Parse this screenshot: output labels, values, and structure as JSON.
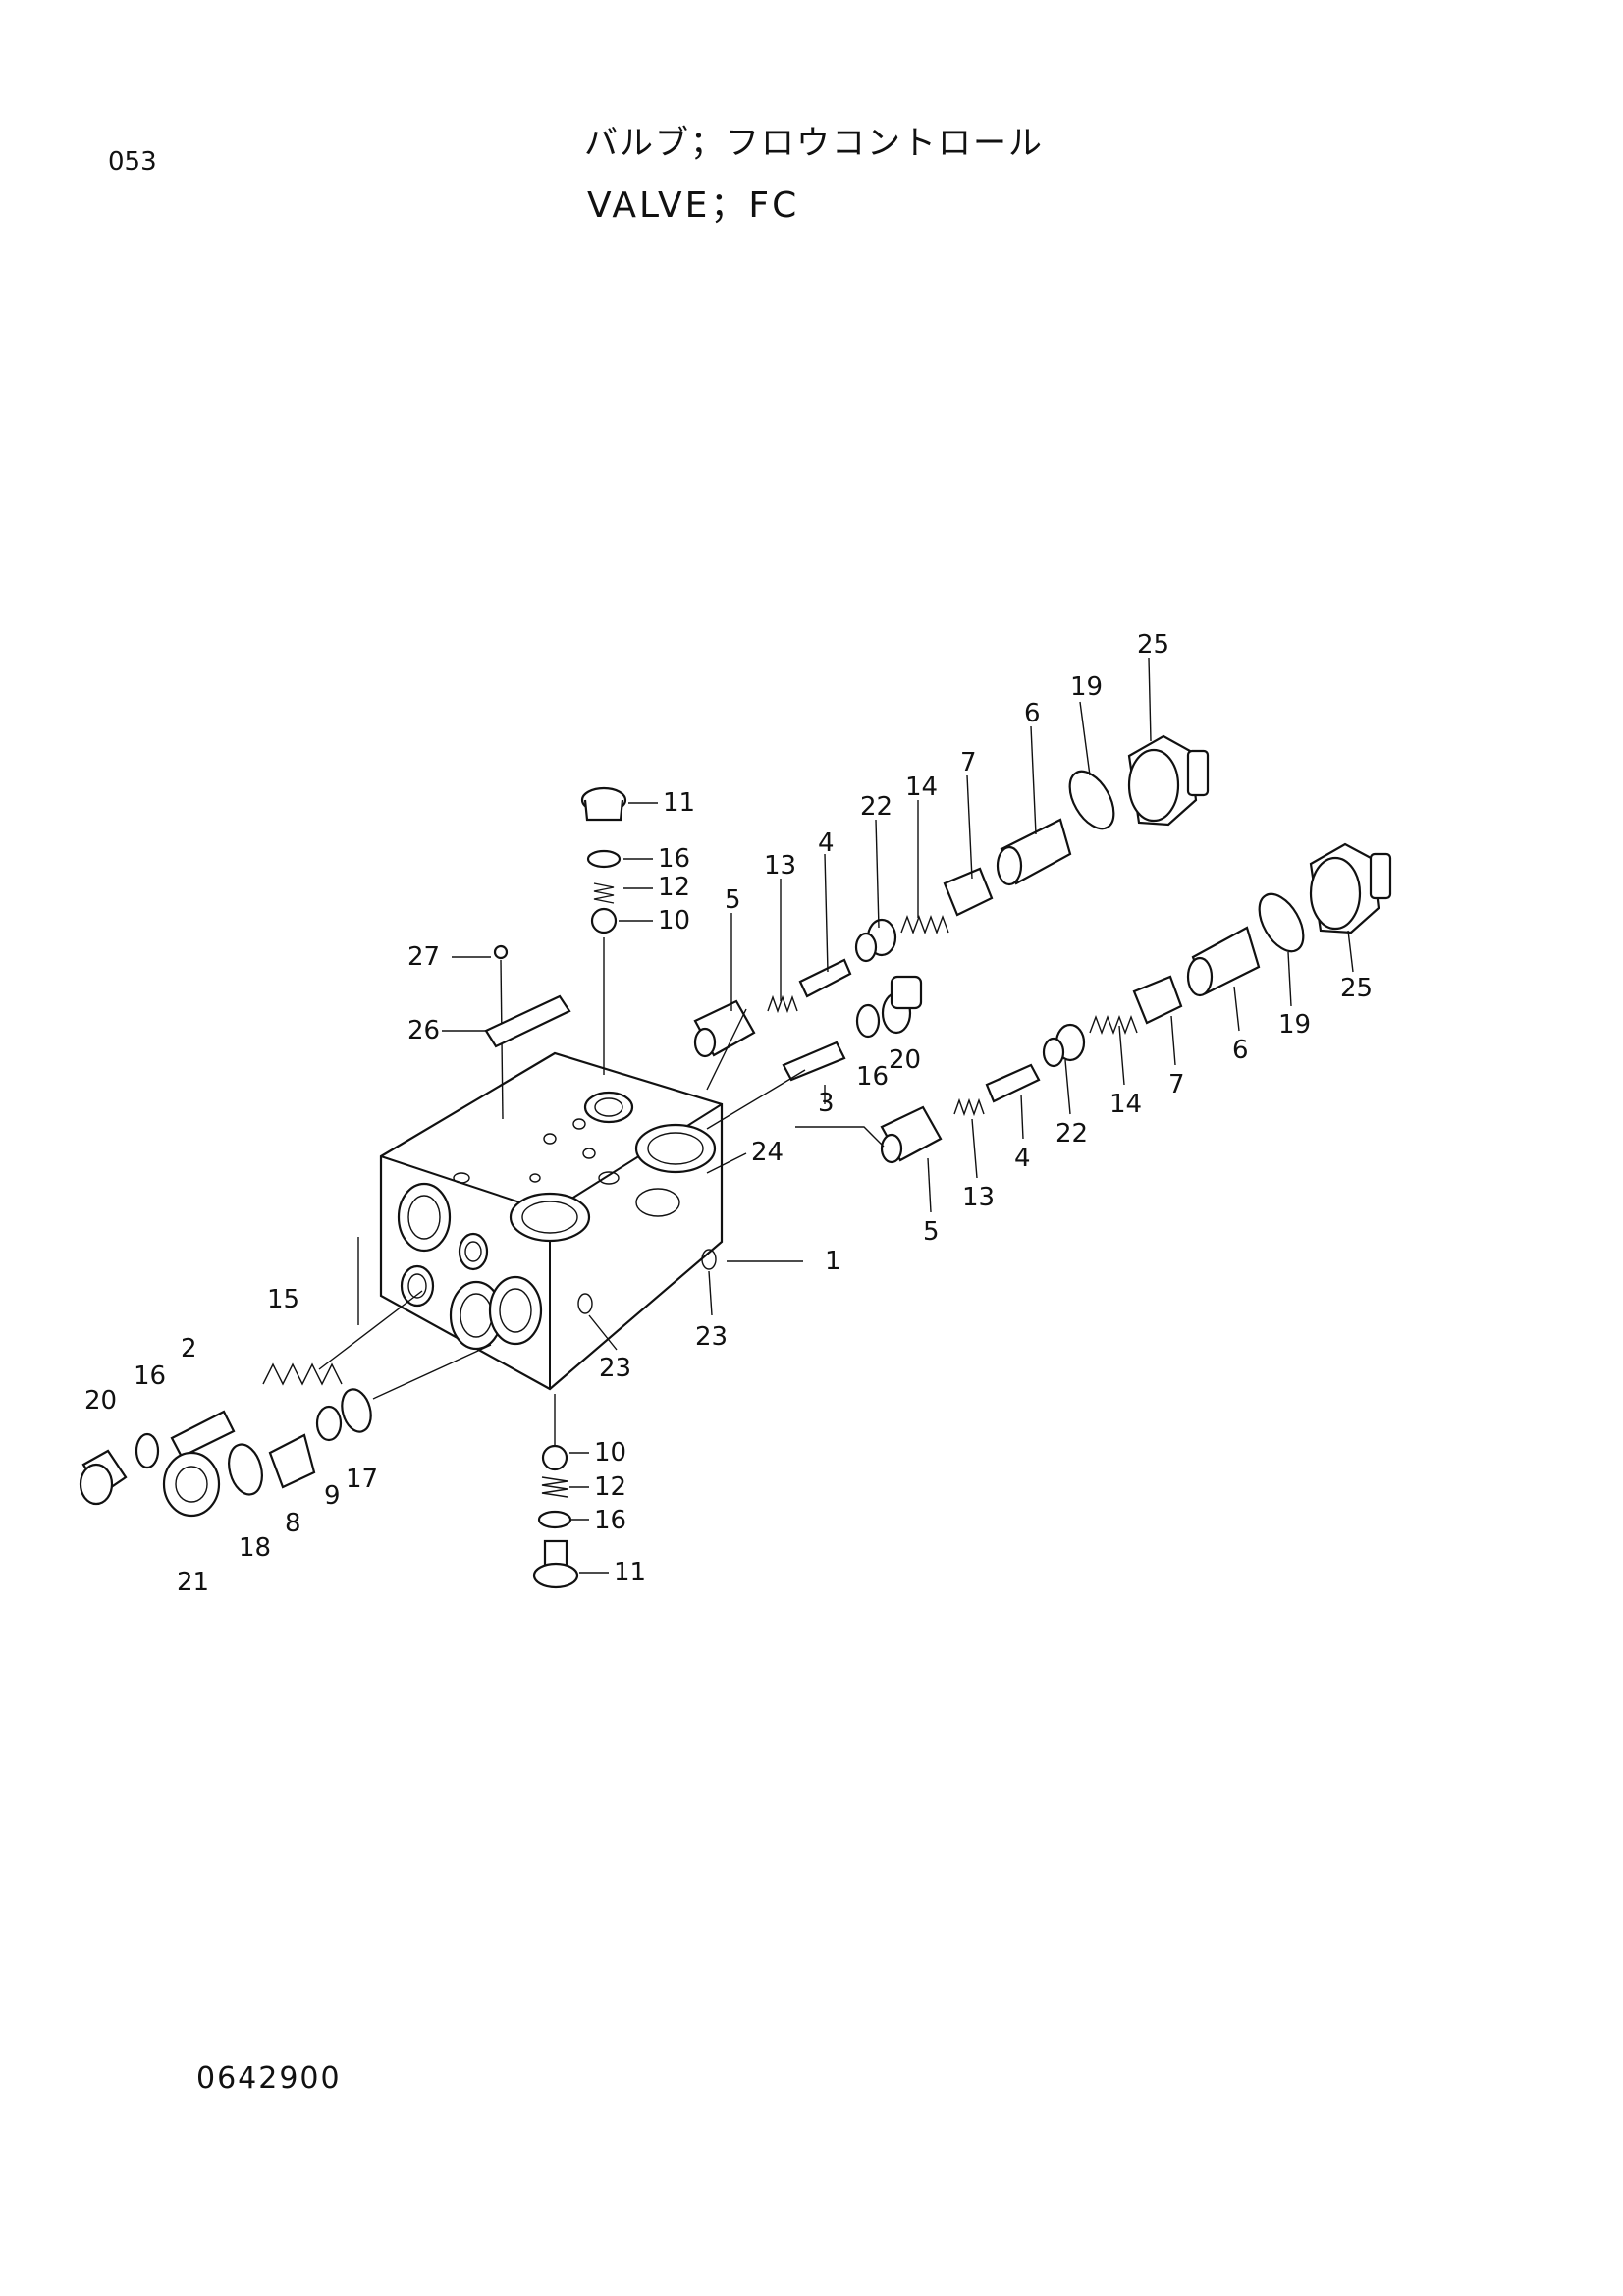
{
  "header": {
    "page_number": "053",
    "title_jp": "バルブ；フロウコントロール",
    "title_en": "VALVE；FC"
  },
  "footer": {
    "drawing_number": "0642900"
  },
  "callouts": [
    {
      "id": "c25a",
      "label": "25"
    },
    {
      "id": "c19a",
      "label": "19"
    },
    {
      "id": "c6a",
      "label": "6"
    },
    {
      "id": "c7a",
      "label": "7"
    },
    {
      "id": "c14a",
      "label": "14"
    },
    {
      "id": "c22a",
      "label": "22"
    },
    {
      "id": "c4a",
      "label": "4"
    },
    {
      "id": "c13a",
      "label": "13"
    },
    {
      "id": "c5a",
      "label": "5"
    },
    {
      "id": "c11a",
      "label": "11"
    },
    {
      "id": "c16a",
      "label": "16"
    },
    {
      "id": "c12a",
      "label": "12"
    },
    {
      "id": "c10a",
      "label": "10"
    },
    {
      "id": "c27",
      "label": "27"
    },
    {
      "id": "c26",
      "label": "26"
    },
    {
      "id": "c3",
      "label": "3"
    },
    {
      "id": "c16b",
      "label": "16"
    },
    {
      "id": "c20a",
      "label": "20"
    },
    {
      "id": "c25b",
      "label": "25"
    },
    {
      "id": "c19b",
      "label": "19"
    },
    {
      "id": "c6b",
      "label": "6"
    },
    {
      "id": "c7b",
      "label": "7"
    },
    {
      "id": "c14b",
      "label": "14"
    },
    {
      "id": "c22b",
      "label": "22"
    },
    {
      "id": "c4b",
      "label": "4"
    },
    {
      "id": "c13b",
      "label": "13"
    },
    {
      "id": "c5b",
      "label": "5"
    },
    {
      "id": "c24",
      "label": "24"
    },
    {
      "id": "c1",
      "label": "1"
    },
    {
      "id": "c23a",
      "label": "23"
    },
    {
      "id": "c23b",
      "label": "23"
    },
    {
      "id": "c15",
      "label": "15"
    },
    {
      "id": "c2",
      "label": "2"
    },
    {
      "id": "c16c",
      "label": "16"
    },
    {
      "id": "c20b",
      "label": "20"
    },
    {
      "id": "c21",
      "label": "21"
    },
    {
      "id": "c18",
      "label": "18"
    },
    {
      "id": "c8",
      "label": "8"
    },
    {
      "id": "c9",
      "label": "9"
    },
    {
      "id": "c17",
      "label": "17"
    },
    {
      "id": "c10b",
      "label": "10"
    },
    {
      "id": "c12b",
      "label": "12"
    },
    {
      "id": "c16d",
      "label": "16"
    },
    {
      "id": "c11b",
      "label": "11"
    }
  ]
}
